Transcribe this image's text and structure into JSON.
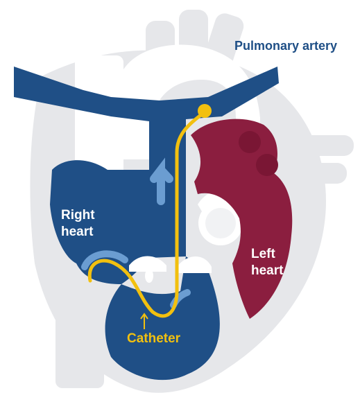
{
  "labels": {
    "pulmonary_artery": "Pulmonary artery",
    "right_heart_line1": "Right",
    "right_heart_line2": "heart",
    "left_heart_line1": "Left",
    "left_heart_line2": "heart",
    "catheter": "Catheter"
  },
  "colors": {
    "outline": "#e8e9eb",
    "vessel_light": "#ffffff",
    "right_heart": "#1f4f86",
    "left_heart": "#8b1e3f",
    "catheter": "#f2c00f",
    "label_dark": "#1f4f86",
    "label_light": "#ffffff"
  }
}
